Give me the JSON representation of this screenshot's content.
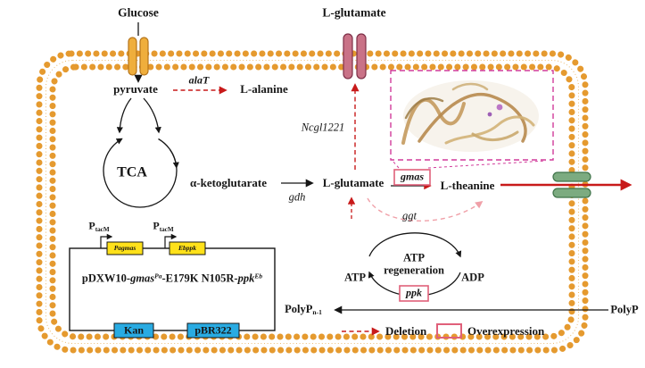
{
  "meta": {
    "figure_type": "metabolic-pathway-cell-diagram"
  },
  "colors": {
    "membrane_orange": "#E59A2F",
    "arrow_black": "#161616",
    "deletion_red": "#C81A1A",
    "zoom_magenta": "#D13C9B",
    "ggt_pink": "#F0A0A8",
    "overexpression_box_red": "#E0607A",
    "glucose_transporter": "#EFAE3C",
    "glutamate_transporter": "#C97287",
    "theanine_transporter": "#7CAB80",
    "cassette_yellow": "#FFE11A",
    "marker_blue": "#29ABE2"
  },
  "extracellular": {
    "glucose": "Glucose",
    "l_glutamate": "L-glutamate",
    "polyp": "PolyP"
  },
  "pathway": {
    "pyruvate": "pyruvate",
    "alaT": "alaT",
    "l_alanine": "L-alanine",
    "tca": "TCA",
    "alpha_ketoglutarate": "α-ketoglutarate",
    "gdh": "gdh",
    "l_glutamate": "L-glutamate",
    "ncgl1221": "Ncgl1221",
    "gmas": "gmas",
    "l_theanine": "L-theanine",
    "ggt": "ggt"
  },
  "atp_cycle": {
    "atp": "ATP",
    "regeneration_line1": "ATP",
    "regeneration_line2": "regeneration",
    "adp": "ADP",
    "ppk": "ppk",
    "polyp_product_base": "PolyP",
    "polyp_product_sub": "n-1"
  },
  "plasmid": {
    "name_prefix": "pDXW10-",
    "gene1": "gmas",
    "gene1_sup": "Pa",
    "middle": "-E179K N105R-",
    "gene2": "ppk",
    "gene2_sup": "Eb",
    "promoter_base": "P",
    "promoter_sub": "tacM",
    "cassette1": "Pagmas",
    "cassette2": "Ebppk",
    "marker_kan": "Kan",
    "backbone": "pBR322"
  },
  "legend": {
    "deletion": "Deletion",
    "overexpression": "Overexpression"
  }
}
